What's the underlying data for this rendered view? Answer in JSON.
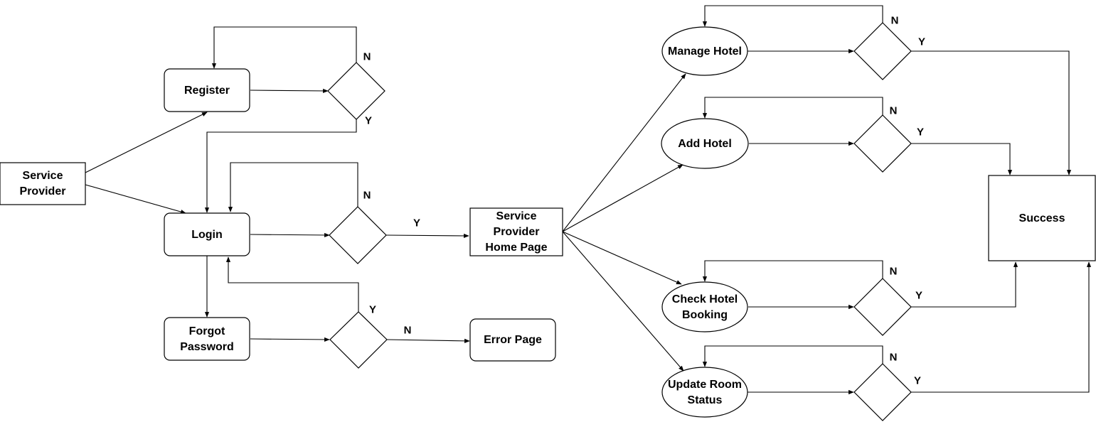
{
  "nodes": {
    "service_provider": [
      "Service",
      "Provider"
    ],
    "register": [
      "Register"
    ],
    "login": [
      "Login"
    ],
    "forgot_password": [
      "Forgot",
      "Password"
    ],
    "home_page": [
      "Service",
      "Provider",
      "Home Page"
    ],
    "error_page": [
      "Error Page"
    ],
    "manage_hotel": [
      "Manage Hotel"
    ],
    "add_hotel": [
      "Add Hotel"
    ],
    "check_booking": [
      "Check Hotel",
      "Booking"
    ],
    "update_room": [
      "Update Room",
      "Status"
    ],
    "success": [
      "Success"
    ]
  },
  "labels": {
    "reg_n": "N",
    "reg_y": "Y",
    "login_n": "N",
    "login_y": "Y",
    "forgot_y": "Y",
    "forgot_n": "N",
    "manage_n": "N",
    "manage_y": "Y",
    "add_n": "N",
    "add_y": "Y",
    "check_n": "N",
    "check_y": "Y",
    "update_n": "N",
    "update_y": "Y"
  }
}
